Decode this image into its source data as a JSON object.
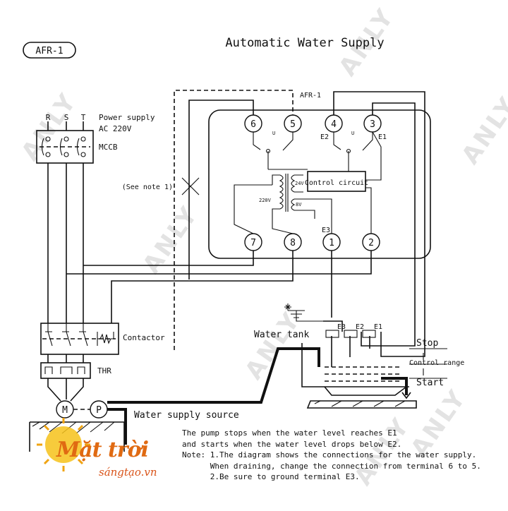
{
  "model_badge": "AFR-1",
  "title": "Automatic Water Supply",
  "watermark": "ANLY",
  "unit_label": "AFR-1",
  "power": {
    "phases": [
      "R",
      "S",
      "T"
    ],
    "line1": "Power supply",
    "line2": "AC 220V",
    "breaker": "MCCB"
  },
  "see_note": "(See note 1)",
  "terminals": {
    "t6": "6",
    "t5": "5",
    "t4": "4",
    "t3": "3",
    "t7": "7",
    "t8": "8",
    "t1": "1",
    "t2": "2"
  },
  "electrodes": {
    "e1": "E1",
    "e2": "E2",
    "e3": "E3"
  },
  "relay_u": "U",
  "control_circuit": "Control circuit",
  "voltages": {
    "v24": "24V",
    "v220": "220V",
    "v8": "8V"
  },
  "contactor": "Contactor",
  "thr": "THR",
  "motor": "M",
  "pump": "P",
  "water_source": "Water supply source",
  "tank": {
    "label": "Water tank",
    "stop": "Stop",
    "range": "Control range",
    "start": "Start",
    "e3": "E3",
    "e2": "E2",
    "e1": "E1"
  },
  "notes": [
    "The pump stops when the water level reaches E1",
    "and starts when the water level drops below E2.",
    "Note: 1.The diagram shows the connections for the water supply.",
    "      When draining, change the connection from terminal 6 to 5.",
    "      2.Be sure to ground terminal E3."
  ],
  "logo": {
    "main": "Mặt trời",
    "sub": "sángtạo.vn"
  }
}
